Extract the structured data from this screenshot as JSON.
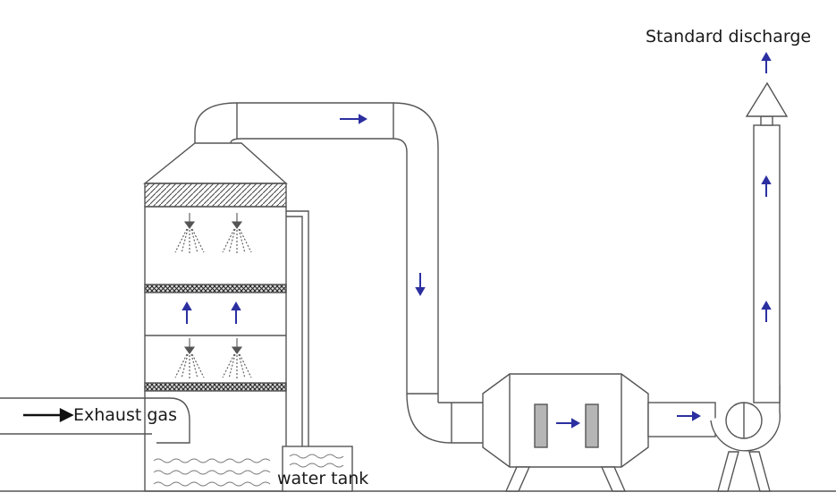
{
  "labels": {
    "discharge": "Standard discharge",
    "exhaust": "Exhaust gas",
    "water_tank": "water tank"
  },
  "colors": {
    "line": "#555555",
    "flow_arrow": "#2b2fa0",
    "inlet_arrow": "#111111",
    "packing": "#333333",
    "filter": "#b5b5b5"
  },
  "icons": {
    "flow": "arrow-icon",
    "spray": "spray-nozzle-icon",
    "water": "water-wave-icon"
  }
}
